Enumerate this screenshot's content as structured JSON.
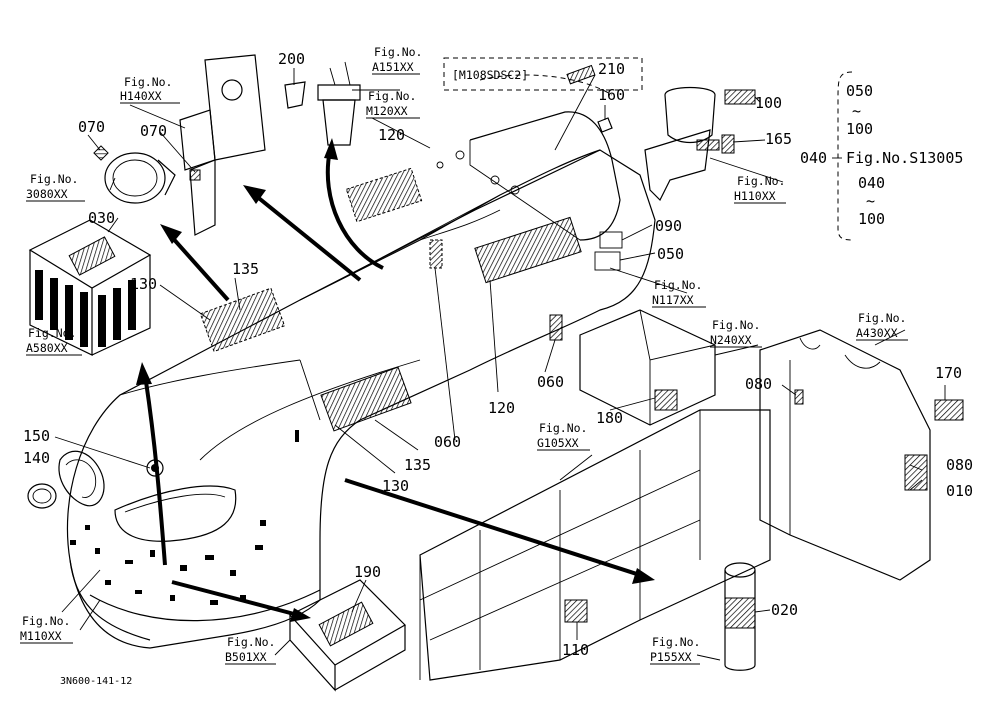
{
  "labels": {
    "l200": "200",
    "l210": "210",
    "l160": "160",
    "l100a": "100",
    "l165": "165",
    "l070a": "070",
    "l070b": "070",
    "l120a": "120",
    "l030": "030",
    "l135a": "135",
    "l130a": "130",
    "l090": "090",
    "l050": "050",
    "l060a": "060",
    "l120b": "120",
    "l170": "170",
    "l080a": "080",
    "l180": "180",
    "l150": "150",
    "l140": "140",
    "l060b": "060",
    "l135b": "135",
    "l130b": "130",
    "l080b": "080",
    "l010": "010",
    "l190": "190",
    "l020": "020",
    "l110": "110"
  },
  "figs": {
    "h140": {
      "head": "Fig.No.",
      "code": "H140XX"
    },
    "a151": {
      "head": "Fig.No.",
      "code": "A151XX"
    },
    "m120": {
      "head": "Fig.No.",
      "code": "M120XX"
    },
    "s3080": {
      "head": "Fig.No.",
      "code": "3080XX"
    },
    "h110": {
      "head": "Fig.No.",
      "code": "H110XX"
    },
    "n117": {
      "head": "Fig.No.",
      "code": "N117XX"
    },
    "a580": {
      "head": "Fig.No.",
      "code": "A580XX"
    },
    "n240": {
      "head": "Fig.No.",
      "code": "N240XX"
    },
    "a430": {
      "head": "Fig.No.",
      "code": "A430XX"
    },
    "g105": {
      "head": "Fig.No.",
      "code": "G105XX"
    },
    "m110": {
      "head": "Fig.No.",
      "code": "M110XX"
    },
    "b501": {
      "head": "Fig.No.",
      "code": "B501XX"
    },
    "p155": {
      "head": "Fig.No.",
      "code": "P155XX"
    }
  },
  "model_tag": "[M108SDSC2]",
  "ref_block": {
    "top": "050",
    "tilde1": "~",
    "mid1": "100",
    "label": "040",
    "fig": "Fig.No.S13005",
    "mid2": "040",
    "tilde2": "~",
    "bottom": "100"
  },
  "drawing_number": "3N600-141-12"
}
